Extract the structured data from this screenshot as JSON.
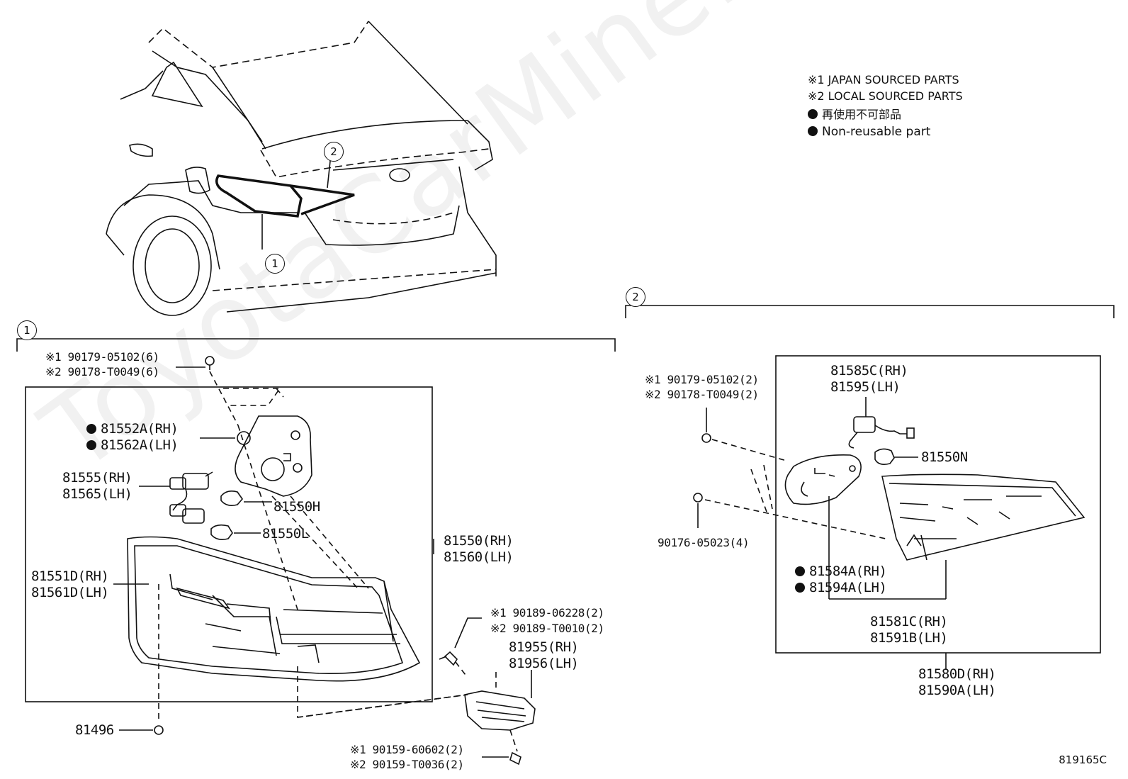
{
  "watermark": "ToyotaCarMine.ru",
  "legend": {
    "line1": "※1 JAPAN SOURCED PARTS",
    "line2": "※2 LOCAL SOURCED PARTS",
    "line3": "再使用不可部品",
    "line4": "Non-reusable part"
  },
  "callouts": {
    "c1": "1",
    "c2": "2"
  },
  "group1": {
    "bolt_a": "※1 90179-05102(6)",
    "bolt_b": "※2 90178-T0049(6)",
    "gasket_rh": "81552A(RH)",
    "gasket_lh": "81562A(LH)",
    "socket_rh": "81555(RH)",
    "socket_lh": "81565(LH)",
    "bulb_h": "81550H",
    "bulb_l": "81550L",
    "lamp_rh": "81550(RH)",
    "lamp_lh": "81560(LH)",
    "lens_rh": "81551D(RH)",
    "lens_lh": "81561D(LH)",
    "clip": "81496",
    "screw_a": "※1 90189-06228(2)",
    "screw_b": "※2 90189-T0010(2)",
    "bracket_rh": "81955(RH)",
    "bracket_lh": "81956(LH)",
    "nut_a": "※1 90159-60602(2)",
    "nut_b": "※2 90159-T0036(2)"
  },
  "group2": {
    "bolt_a": "※1 90179-05102(2)",
    "bolt_b": "※2 90178-T0049(2)",
    "socket_rh": "81585C(RH)",
    "socket_lh": "81595(LH)",
    "bulb_n": "81550N",
    "nut": "90176-05023(4)",
    "gasket_rh": "81584A(RH)",
    "gasket_lh": "81594A(LH)",
    "lens_rh": "81581C(RH)",
    "lens_lh": "81591B(LH)",
    "lamp_rh": "81580D(RH)",
    "lamp_lh": "81590A(LH)"
  },
  "figure_code": "819165C"
}
